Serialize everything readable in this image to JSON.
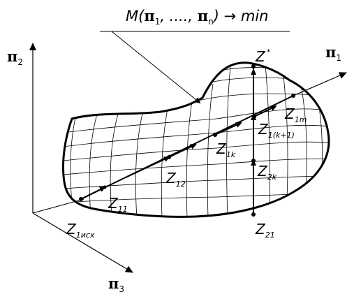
{
  "formula": {
    "prefix": "M(",
    "pi1": "π",
    "sub1": "1",
    "middle": ", ...., ",
    "pin": "π",
    "subn": "n",
    "suffix": ") → min"
  },
  "axes": {
    "pi1": {
      "symbol": "π",
      "sub": "1"
    },
    "pi2": {
      "symbol": "π",
      "sub": "2"
    },
    "pi3": {
      "symbol": "π",
      "sub": "3"
    }
  },
  "points": {
    "z_star": {
      "main": "Z",
      "sup": "*"
    },
    "z_1m": {
      "main": "Z",
      "sub": "1m"
    },
    "z_1k1": {
      "main": "Z",
      "sub": "1(k+1)"
    },
    "z_1k": {
      "main": "Z",
      "sub": "1k"
    },
    "z_2k": {
      "main": "Z",
      "sub": "2k"
    },
    "z_12": {
      "main": "Z",
      "sub": "12"
    },
    "z_11": {
      "main": "Z",
      "sub": "11"
    },
    "z_1ucx": {
      "main": "Z",
      "sub": "1исх"
    },
    "z_21": {
      "main": "Z",
      "sub": "21"
    }
  },
  "colors": {
    "ink": "#000000",
    "background": "#ffffff"
  }
}
